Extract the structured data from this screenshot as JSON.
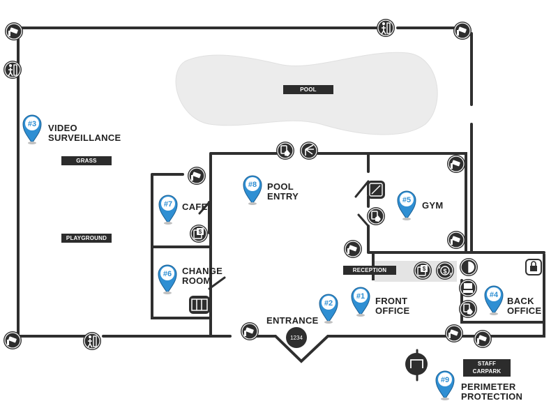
{
  "labels": {
    "pool": "POOL",
    "grass": "GRASS",
    "playground": "PLAYGROUND",
    "reception": "RECEPTION",
    "staff_carpark": "STAFF\nCARPARK"
  },
  "rooms": {
    "video_surveillance": "VIDEO\nSURVEILLANCE",
    "pool_entry": "POOL\nENTRY",
    "cafe": "CAFE",
    "gym": "GYM",
    "change_room": "CHANGE\nROOM",
    "entrance": "ENTRANCE",
    "front_office": "FRONT\nOFFICE",
    "back_office": "BACK\nOFFICE",
    "perimeter_protection": "PERIMETER\nPROTECTION"
  },
  "pins": {
    "p1": "#1",
    "p2": "#2",
    "p3": "#3",
    "p4": "#4",
    "p5": "#5",
    "p6": "#6",
    "p7": "#7",
    "p8": "#8",
    "p9": "#9"
  },
  "keypad_code": "1234",
  "colors": {
    "wall": "#2f2f2f",
    "pin_blue": "#2f8fd3",
    "icon_bg": "#2e2e2e",
    "pool_fill": "#ececec",
    "label_bg": "#2c2c2c"
  },
  "icons": [
    "cctv-camera-icon",
    "turnstile-icon",
    "card-reader-icon",
    "gate-arm-icon",
    "payment-terminal-icon",
    "cash-register-icon",
    "door-sensor-icon",
    "alarm-panel-icon",
    "locker-icon",
    "computer-icon",
    "keypad-icon",
    "boom-gate-icon"
  ]
}
